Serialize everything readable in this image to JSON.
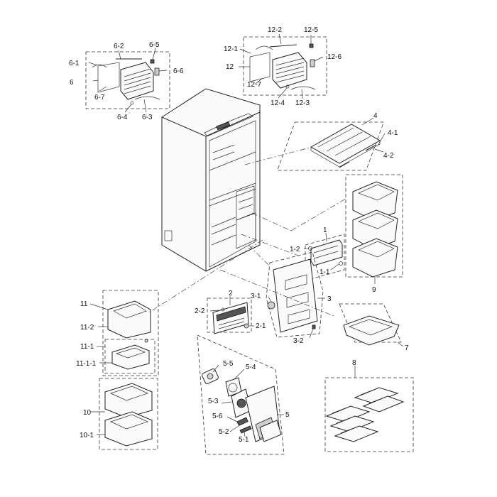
{
  "labels": {
    "l6": "6",
    "l6_1": "6-1",
    "l6_2": "6-2",
    "l6_3": "6-3",
    "l6_4": "6-4",
    "l6_5": "6-5",
    "l6_6": "6-6",
    "l6_7": "6-7",
    "l12": "12",
    "l12_1": "12-1",
    "l12_2": "12-2",
    "l12_3": "12-3",
    "l12_4": "12-4",
    "l12_5": "12-5",
    "l12_6": "12-6",
    "l12_7": "12-7",
    "l4": "4",
    "l4_1": "4-1",
    "l4_2": "4-2",
    "l1": "1",
    "l1_1": "1-1",
    "l1_2": "1-2",
    "l9": "9",
    "l3": "3",
    "l3_1": "3-1",
    "l3_2": "3-2",
    "l2": "2",
    "l2_1": "2-1",
    "l2_2": "2-2",
    "l7": "7",
    "l11": "11",
    "l11_2": "11-2",
    "l11_1": "11-1",
    "l11_1_1": "11-1-1",
    "l10": "10",
    "l10_1": "10-1",
    "l5": "5",
    "l5_1": "5-1",
    "l5_2": "5-2",
    "l5_3": "5-3",
    "l5_4": "5-4",
    "l5_5": "5-5",
    "l5_6": "5-6",
    "l8": "8"
  }
}
